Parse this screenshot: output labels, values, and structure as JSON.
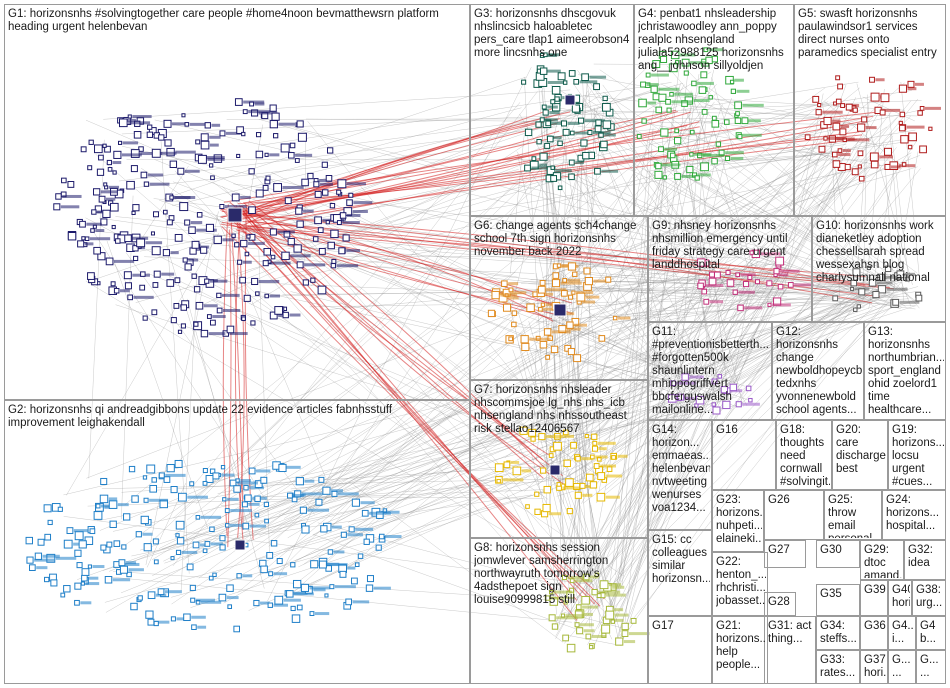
{
  "groups": [
    {
      "id": "G1",
      "text": "G1: horizonsnhs #solvingtogether care people #home4noon bevmatthewsrn platform\nheading urgent helenbevan",
      "color": "#1d1b6b"
    },
    {
      "id": "G2",
      "text": "G2: horizonsnhs qi andreadgibbons update 22 evidence articles fabnhsstuff\nimprovement leighakendall",
      "color": "#1f7fc8"
    },
    {
      "id": "G3",
      "text": "G3: horizonsnhs dhscgovuk\nnhslincsicb haloabletec\npers_care tlap1 aimeerobson4\nmore lincsnhs one",
      "color": "#0d5a4a"
    },
    {
      "id": "G4",
      "text": "G4: penbat1 nhsleadership\njchristawoodley ann_poppy\nrealplc nhsengland\njuliala52988125 horizonsnhs\nang__johnson sillyoldjen",
      "color": "#2fa83a"
    },
    {
      "id": "G5",
      "text": "G5: swasft horizonsnhs\npaulawindsor1 services\ndirect nurses onto\nparamedics specialist entry",
      "color": "#b01c1c"
    },
    {
      "id": "G6",
      "text": "G6: change agents sch4change\nschool 7th sign horizonsnhs\nnovember back 2022",
      "color": "#e08a1e"
    },
    {
      "id": "G7",
      "text": "G7: horizonsnhs nhsleader\nnhscommsjoe lg_nhs nhs_icb\nnhsengland nhs nhssoutheast\nrisk stellao12406567",
      "color": "#e6b800"
    },
    {
      "id": "G8",
      "text": "G8: horizonsnhs session\njomwlever samsherrington\nnorthwayruth tomorrow's\n4adsthepoet sign\nlouise90999815 still",
      "color": "#a6b83a"
    },
    {
      "id": "G9",
      "text": "G9: nhsney horizonsnhs\nnhsmillion emergency until\nfriday strategy care urgent\nlanddhospital",
      "color": "#c2307a"
    },
    {
      "id": "G10",
      "text": "G10: horizonsnhs work\ndianeketley adoption\nchessellsarah spread\nwessexahsn blog\ncharlysumnall national",
      "color": "#5a5a5a"
    },
    {
      "id": "G11",
      "text": "G11:\n#preventionisbetterth...\n#forgotten500k\nshaunlintern\nmhippogriffvert\nbbcferguswalsh\nmailonline...",
      "color": "#9a5ac8"
    },
    {
      "id": "G12",
      "text": "G12:\nhorizonsnhs\nchange\nnewboldhopeycb\ntedxnhs\nyvonnenewbold\nschool agents...",
      "color": "#5a5a5a"
    },
    {
      "id": "G13",
      "text": "G13:\nhorizonsnhs\nnorthumbrian...\nsport_england\nohid zoelord1\ntime\nhealthcare...",
      "color": "#5a5a5a"
    },
    {
      "id": "G14",
      "text": "G14:\nhorizon...\nemmaeas...\nhelenbevan\nnvtweeting\nwenurses\nvoa1234...",
      "color": "#5a5a5a"
    },
    {
      "id": "G15",
      "text": "G15: cc\ncolleagues\nsimilar\nhorizonsn...",
      "color": "#5a5a5a"
    },
    {
      "id": "G16",
      "text": "G16",
      "color": "#5a5a5a"
    },
    {
      "id": "G17",
      "text": "G17",
      "color": "#5a5a5a"
    },
    {
      "id": "G18",
      "text": "G18:\nthoughts\nneed\ncornwall\n#solvingit...",
      "color": "#5a5a5a"
    },
    {
      "id": "G19",
      "text": "G19:\nhorizons...\nlocsu\nurgent\n#cues...",
      "color": "#5a5a5a"
    },
    {
      "id": "G20",
      "text": "G20: care\ndischarge\nbest",
      "color": "#5a5a5a"
    },
    {
      "id": "G21",
      "text": "G21:\nhorizons...\nhelp\npeople...",
      "color": "#5a5a5a"
    },
    {
      "id": "G22",
      "text": "G22:\nhenton_...\nrhchristi...\njobasset...",
      "color": "#5a5a5a"
    },
    {
      "id": "G23",
      "text": "G23:\nhorizons...\nnuhpeti...\nelaineki...",
      "color": "#5a5a5a"
    },
    {
      "id": "G24",
      "text": "G24:\nhorizons...\nhospital...",
      "color": "#5a5a5a"
    },
    {
      "id": "G25",
      "text": "G25: throw\nemail\npersonal...",
      "color": "#5a5a5a"
    },
    {
      "id": "G26",
      "text": "G26",
      "color": "#5a5a5a"
    },
    {
      "id": "G27",
      "text": "G27",
      "color": "#5a5a5a"
    },
    {
      "id": "G28",
      "text": "G28",
      "color": "#5a5a5a"
    },
    {
      "id": "G29",
      "text": "G29:\ndtoc\namand...",
      "color": "#5a5a5a"
    },
    {
      "id": "G30",
      "text": "G30",
      "color": "#5a5a5a"
    },
    {
      "id": "G31",
      "text": "G31: act\nthing...",
      "color": "#5a5a5a"
    },
    {
      "id": "G32",
      "text": "G32:\nidea",
      "color": "#5a5a5a"
    },
    {
      "id": "G33",
      "text": "G33:\nrates...",
      "color": "#5a5a5a"
    },
    {
      "id": "G34",
      "text": "G34:\nsteffs...",
      "color": "#5a5a5a"
    },
    {
      "id": "G35",
      "text": "G35",
      "color": "#5a5a5a"
    },
    {
      "id": "G36",
      "text": "G36",
      "color": "#5a5a5a"
    },
    {
      "id": "G37",
      "text": "G37:\nhori...",
      "color": "#5a5a5a"
    },
    {
      "id": "G38",
      "text": "G38:\nurg...",
      "color": "#5a5a5a"
    },
    {
      "id": "G39",
      "text": "G39",
      "color": "#5a5a5a"
    },
    {
      "id": "G40",
      "text": "G40:\nhori...",
      "color": "#5a5a5a"
    },
    {
      "id": "G41",
      "text": "G4...\ni...",
      "color": "#5a5a5a"
    },
    {
      "id": "G42",
      "text": "G4\nb...",
      "color": "#5a5a5a"
    },
    {
      "id": "G43",
      "text": "G...\n...",
      "color": "#5a5a5a"
    },
    {
      "id": "G44",
      "text": "G...\n...",
      "color": "#5a5a5a"
    }
  ],
  "colors": {
    "edge": "#8a8a8a",
    "highlight_edge": "#d42020",
    "box_border": "#9a9a9a",
    "background": "#ffffff"
  }
}
